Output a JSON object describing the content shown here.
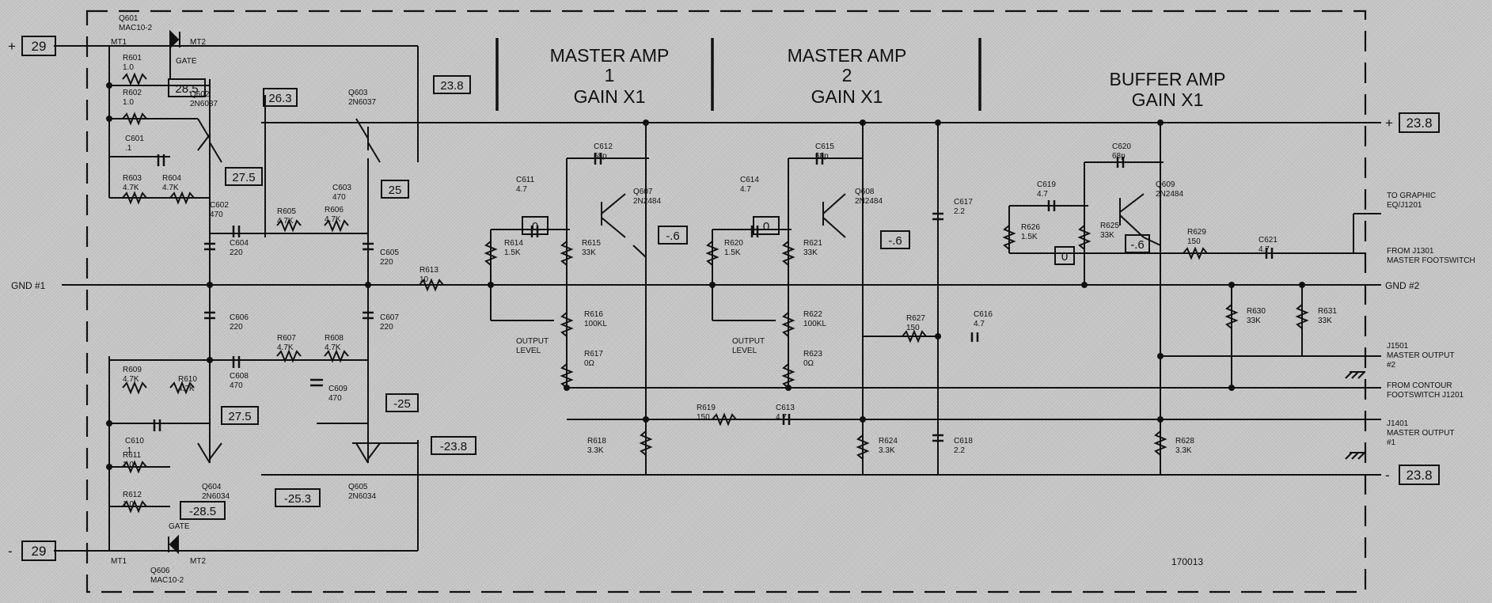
{
  "headers": {
    "master1": [
      "MASTER AMP",
      "1",
      "GAIN X1"
    ],
    "master2": [
      "MASTER AMP",
      "2",
      "GAIN X1"
    ],
    "buffer": [
      "BUFFER AMP",
      "GAIN X1"
    ]
  },
  "rails": {
    "pos_in": "29",
    "neg_in": "29",
    "pos_out": "23.8",
    "neg_out": "23.8",
    "gnd1": "GND #1",
    "gnd2": "GND #2"
  },
  "voltages": {
    "v285_top": "28.5",
    "v238_top": "23.8",
    "v263": "26.3",
    "v275_top": "27.5",
    "v25": "25",
    "v0_a": "0",
    "v06_a": "-.6",
    "v0_b": "0",
    "v06_b": "-.6",
    "v0_c": "0",
    "v06_c": "-.6",
    "vm25": "-25",
    "v275_bot": "27.5",
    "vm238_mid": "-23.8",
    "vm253": "-25.3",
    "vm285": "-28.5"
  },
  "components": [
    {
      "id": "q601",
      "lines": [
        "Q601",
        "MAC10-2"
      ]
    },
    {
      "id": "mt1",
      "lines": [
        "MT1"
      ]
    },
    {
      "id": "mt2",
      "lines": [
        "MT2"
      ]
    },
    {
      "id": "gate_top",
      "lines": [
        "GATE"
      ]
    },
    {
      "id": "r601",
      "lines": [
        "R601",
        "1.0"
      ]
    },
    {
      "id": "r602",
      "lines": [
        "R602",
        "1.0"
      ]
    },
    {
      "id": "q602",
      "lines": [
        "Q602",
        "2N6037"
      ]
    },
    {
      "id": "q603",
      "lines": [
        "Q603",
        "2N6037"
      ]
    },
    {
      "id": "c601",
      "lines": [
        "C601",
        ".1"
      ]
    },
    {
      "id": "r603",
      "lines": [
        "R603",
        "4.7K"
      ]
    },
    {
      "id": "r604",
      "lines": [
        "R604",
        "4.7K"
      ]
    },
    {
      "id": "c602",
      "lines": [
        "C602",
        "470"
      ]
    },
    {
      "id": "r605",
      "lines": [
        "R605",
        "4.7K"
      ]
    },
    {
      "id": "r606",
      "lines": [
        "R606",
        "4.7K"
      ]
    },
    {
      "id": "c603",
      "lines": [
        "C603",
        "470"
      ]
    },
    {
      "id": "c604",
      "lines": [
        "C604",
        "220"
      ]
    },
    {
      "id": "c605",
      "lines": [
        "C605",
        "220"
      ]
    },
    {
      "id": "r613",
      "lines": [
        "R613",
        "10"
      ]
    },
    {
      "id": "c606",
      "lines": [
        "C606",
        "220"
      ]
    },
    {
      "id": "c607",
      "lines": [
        "C607",
        "220"
      ]
    },
    {
      "id": "r607",
      "lines": [
        "R607",
        "4.7K"
      ]
    },
    {
      "id": "r608",
      "lines": [
        "R608",
        "4.7K"
      ]
    },
    {
      "id": "c608",
      "lines": [
        "C608",
        "470"
      ]
    },
    {
      "id": "c609",
      "lines": [
        "C609",
        "470"
      ]
    },
    {
      "id": "r609",
      "lines": [
        "R609",
        "4.7K"
      ]
    },
    {
      "id": "r610",
      "lines": [
        "R610",
        "4.7K"
      ]
    },
    {
      "id": "c610",
      "lines": [
        "C610",
        ".1"
      ]
    },
    {
      "id": "q604",
      "lines": [
        "Q604",
        "2N6034"
      ]
    },
    {
      "id": "q605",
      "lines": [
        "Q605",
        "2N6034"
      ]
    },
    {
      "id": "r611",
      "lines": [
        "R611",
        "1.0"
      ]
    },
    {
      "id": "r612",
      "lines": [
        "R612",
        "1.0"
      ]
    },
    {
      "id": "gate_bot",
      "lines": [
        "GATE"
      ]
    },
    {
      "id": "mt1b",
      "lines": [
        "MT1"
      ]
    },
    {
      "id": "mt2b",
      "lines": [
        "MT2"
      ]
    },
    {
      "id": "q606",
      "lines": [
        "Q606",
        "MAC10-2"
      ]
    },
    {
      "id": "c611",
      "lines": [
        "C611",
        "4.7"
      ]
    },
    {
      "id": "c612",
      "lines": [
        "C612",
        "68p"
      ]
    },
    {
      "id": "q607",
      "lines": [
        "Q607",
        "2N2484"
      ]
    },
    {
      "id": "r614",
      "lines": [
        "R614",
        "1.5K"
      ]
    },
    {
      "id": "r615",
      "lines": [
        "R615",
        "33K"
      ]
    },
    {
      "id": "r616",
      "lines": [
        "R616",
        "100KL"
      ]
    },
    {
      "id": "out1",
      "lines": [
        "OUTPUT",
        "LEVEL"
      ]
    },
    {
      "id": "r617",
      "lines": [
        "R617",
        "0Ω"
      ]
    },
    {
      "id": "r618",
      "lines": [
        "R618",
        "3.3K"
      ]
    },
    {
      "id": "r619",
      "lines": [
        "R619",
        "150"
      ]
    },
    {
      "id": "c613",
      "lines": [
        "C613",
        "4.7"
      ]
    },
    {
      "id": "c614",
      "lines": [
        "C614",
        "4.7"
      ]
    },
    {
      "id": "c615",
      "lines": [
        "C615",
        "68p"
      ]
    },
    {
      "id": "q608",
      "lines": [
        "Q608",
        "2N2484"
      ]
    },
    {
      "id": "r620",
      "lines": [
        "R620",
        "1.5K"
      ]
    },
    {
      "id": "r621",
      "lines": [
        "R621",
        "33K"
      ]
    },
    {
      "id": "r622",
      "lines": [
        "R622",
        "100KL"
      ]
    },
    {
      "id": "out2",
      "lines": [
        "OUTPUT",
        "LEVEL"
      ]
    },
    {
      "id": "r623",
      "lines": [
        "R623",
        "0Ω"
      ]
    },
    {
      "id": "c617",
      "lines": [
        "C617",
        "2.2"
      ]
    },
    {
      "id": "r627",
      "lines": [
        "R627",
        "150"
      ]
    },
    {
      "id": "c616",
      "lines": [
        "C616",
        "4.7"
      ]
    },
    {
      "id": "r624",
      "lines": [
        "R624",
        "3.3K"
      ]
    },
    {
      "id": "c618",
      "lines": [
        "C618",
        "2.2"
      ]
    },
    {
      "id": "c619",
      "lines": [
        "C619",
        "4.7"
      ]
    },
    {
      "id": "c620",
      "lines": [
        "C620",
        "68p"
      ]
    },
    {
      "id": "q609",
      "lines": [
        "Q609",
        "2N2484"
      ]
    },
    {
      "id": "r626",
      "lines": [
        "R626",
        "1.5K"
      ]
    },
    {
      "id": "r625",
      "lines": [
        "R625",
        "33K"
      ]
    },
    {
      "id": "r629",
      "lines": [
        "R629",
        "150"
      ]
    },
    {
      "id": "c621",
      "lines": [
        "C621",
        "4.7"
      ]
    },
    {
      "id": "r630",
      "lines": [
        "R630",
        "33K"
      ]
    },
    {
      "id": "r631",
      "lines": [
        "R631",
        "33K"
      ]
    },
    {
      "id": "r628",
      "lines": [
        "R628",
        "3.3K"
      ]
    }
  ],
  "connectors": [
    {
      "id": "to_graphic",
      "lines": [
        "TO GRAPHIC",
        "EQ/J1201"
      ]
    },
    {
      "id": "from_j1301",
      "lines": [
        "FROM J1301",
        "MASTER FOOTSWITCH"
      ]
    },
    {
      "id": "j1501",
      "lines": [
        "J1501",
        "MASTER OUTPUT",
        "#2"
      ]
    },
    {
      "id": "from_contour",
      "lines": [
        "FROM CONTOUR",
        "FOOTSWITCH J1201"
      ]
    },
    {
      "id": "j1401",
      "lines": [
        "J1401",
        "MASTER OUTPUT",
        "#1"
      ]
    }
  ],
  "drawing_number": "170013"
}
